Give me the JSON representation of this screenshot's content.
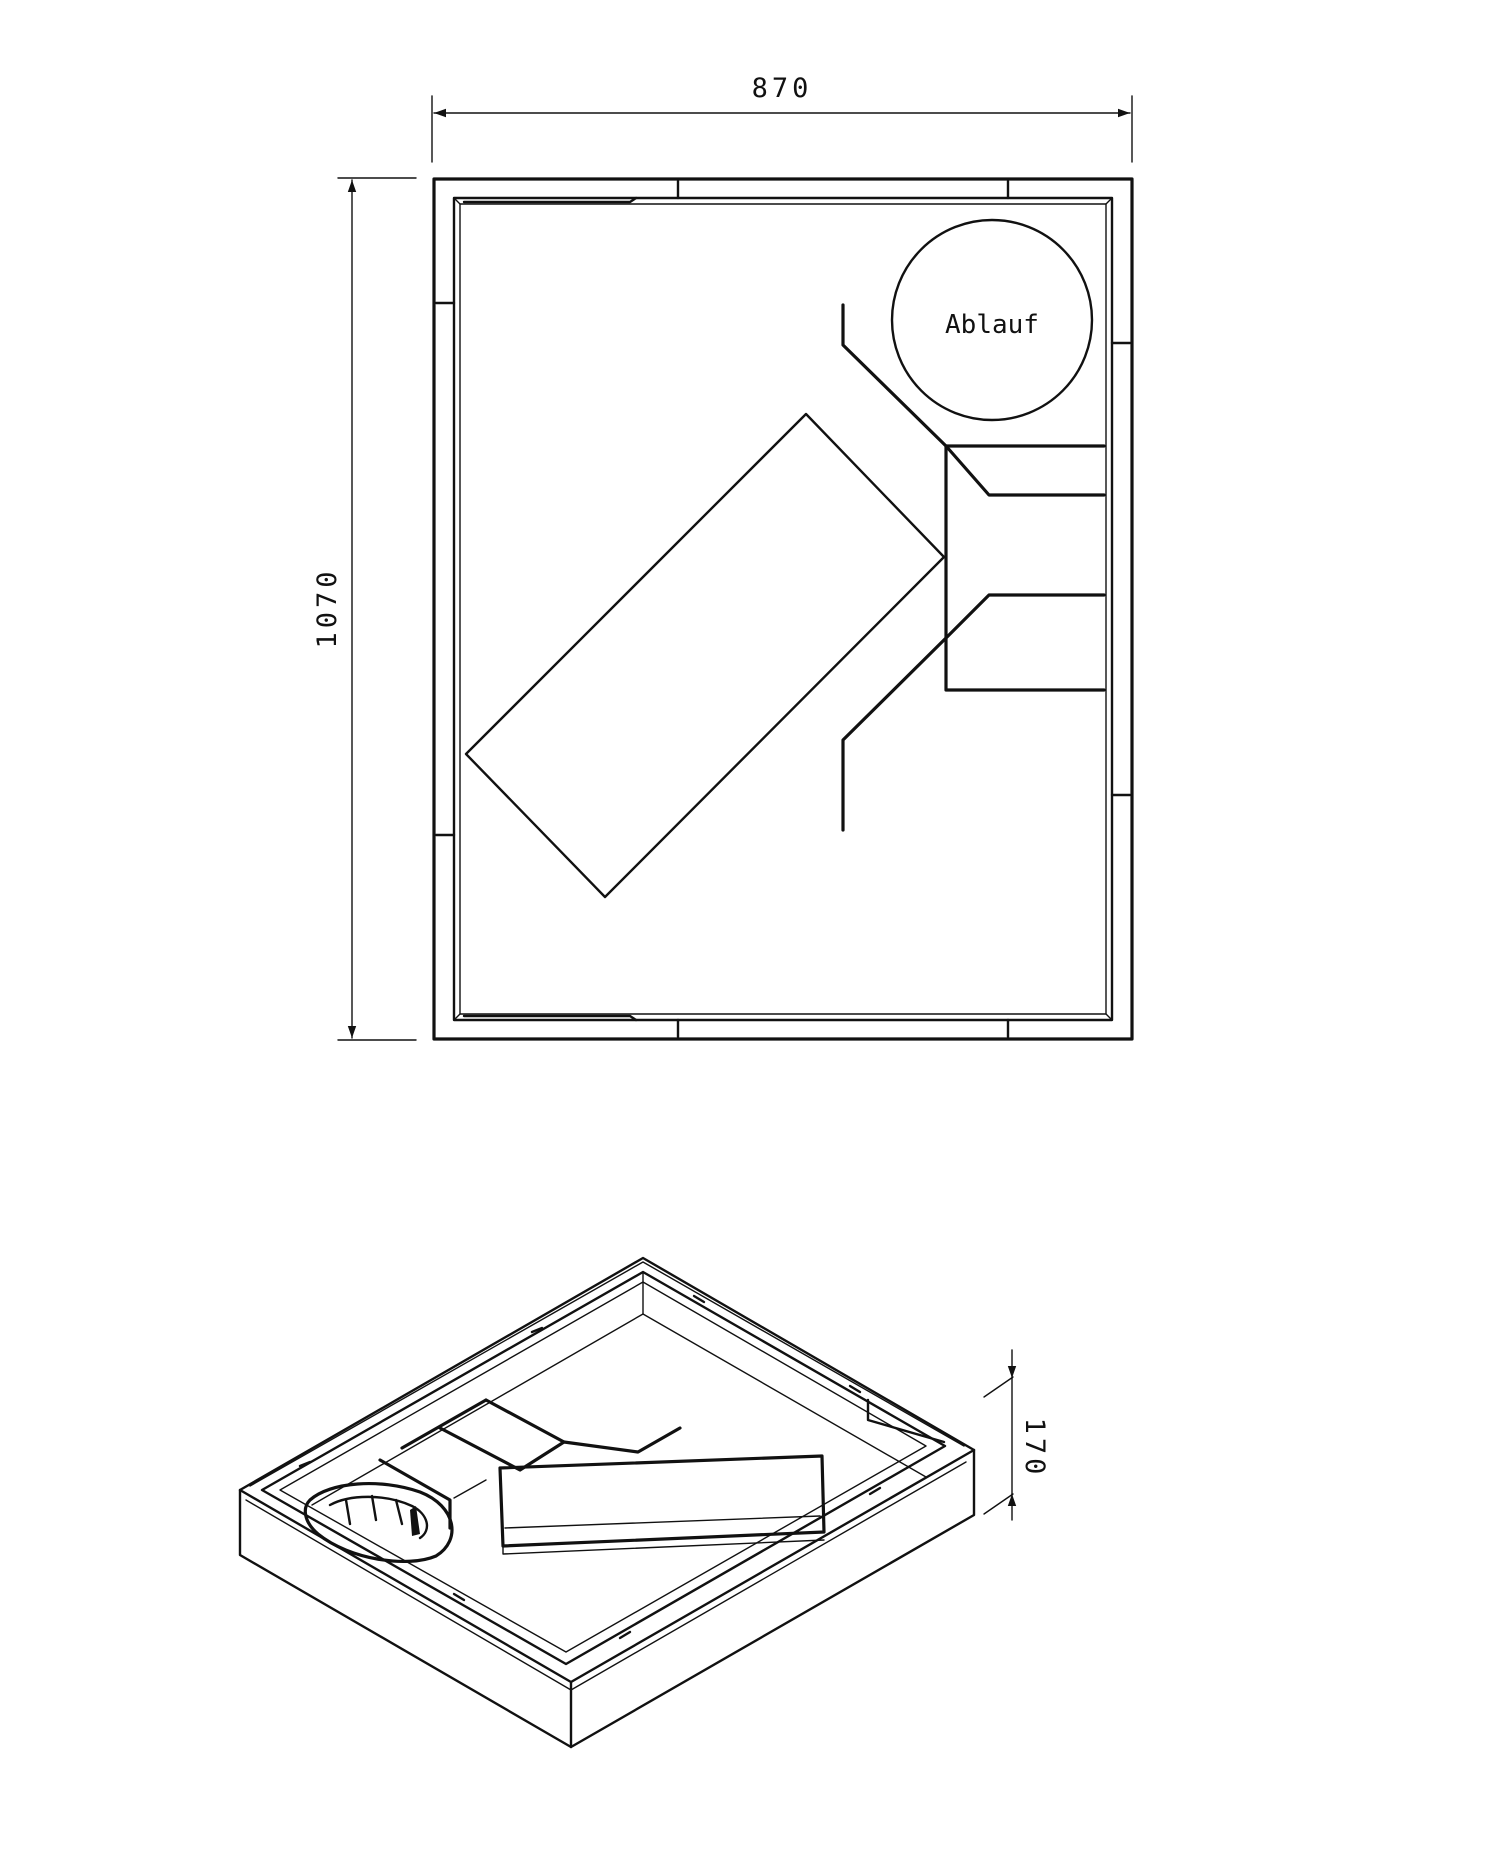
{
  "dimensions": {
    "width": "870",
    "length": "1070",
    "height": "170"
  },
  "labels": {
    "drain": "Ablauf"
  },
  "colors": {
    "line": "#111111",
    "background": "#ffffff"
  }
}
